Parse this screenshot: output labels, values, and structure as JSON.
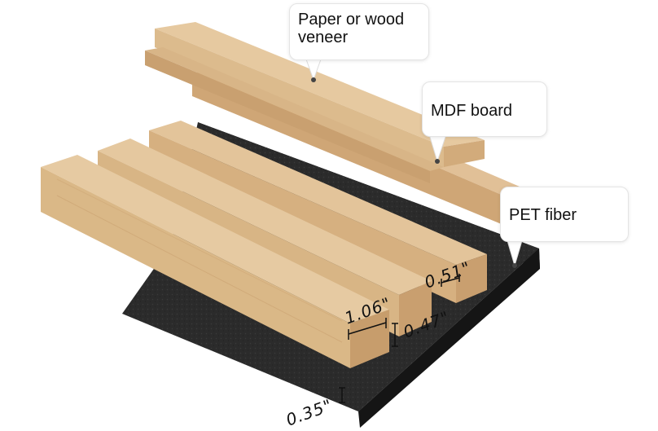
{
  "callouts": {
    "veneer": {
      "line1": "Paper or wood",
      "line2": "veneer"
    },
    "mdf": "MDF board",
    "pet": "PET fiber"
  },
  "dimensions": {
    "slat_width": "1.06\"",
    "slat_height": "0.47\"",
    "gap_width": "0.51\"",
    "backing_thickness": "0.35\""
  },
  "colors": {
    "wood_top": "#e3c49a",
    "wood_side": "#cda576",
    "wood_front": "#d8b585",
    "felt": "#2b2b2b",
    "felt_edge": "#1c1c1c"
  }
}
